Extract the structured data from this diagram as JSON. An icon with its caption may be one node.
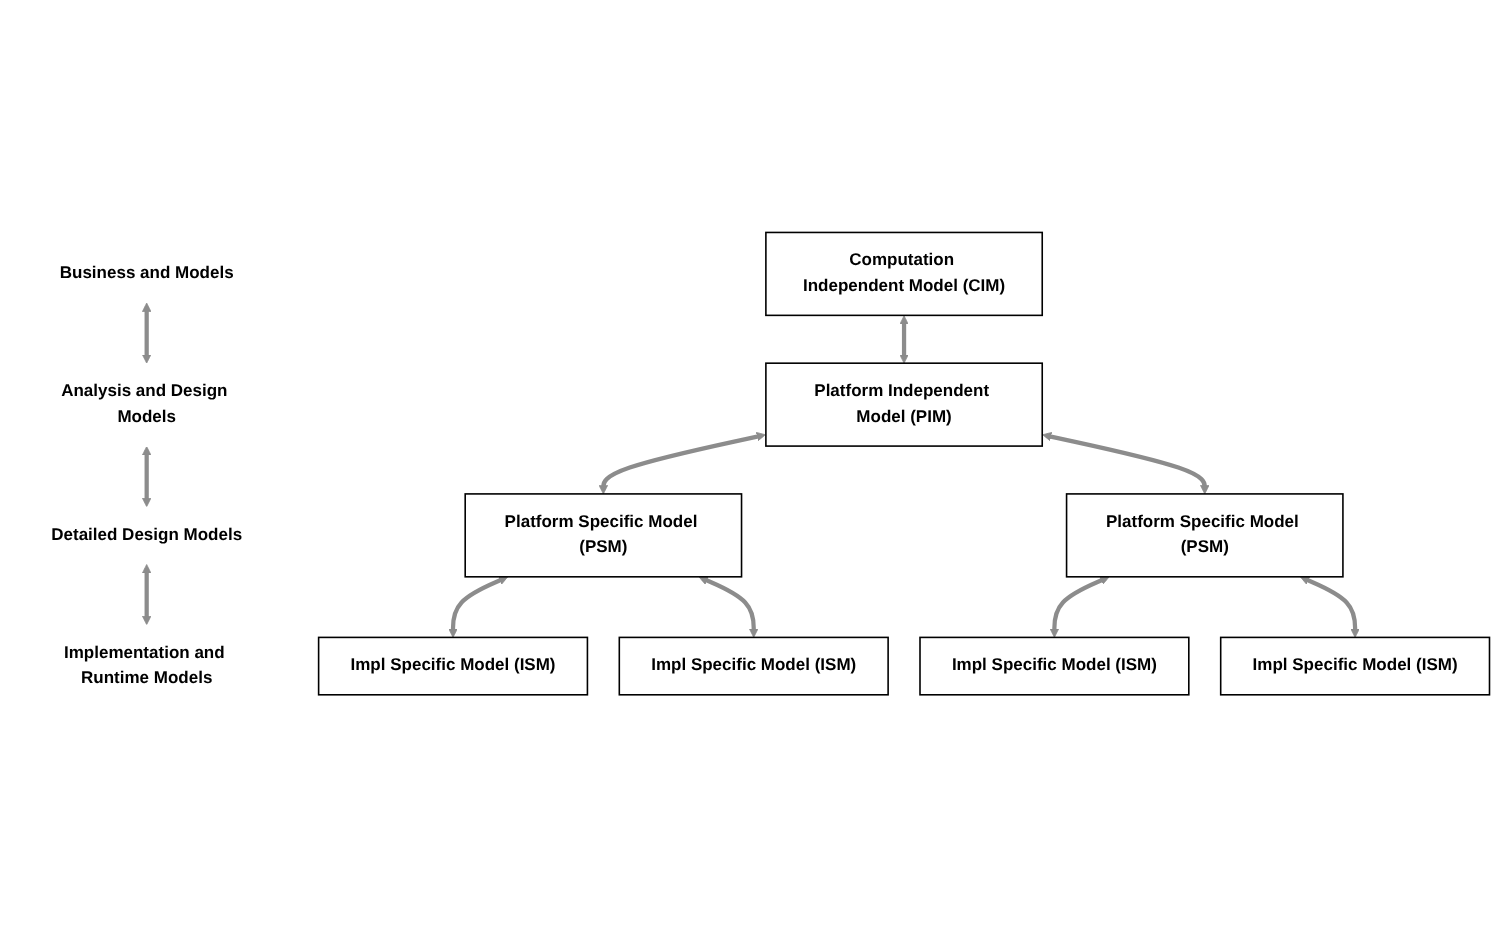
{
  "diagram": {
    "nodes": [
      {
        "text": [
          "Business and Models"
        ]
      },
      {
        "text": [
          "Analysis and Design Models"
        ]
      },
      {
        "text": [
          "Detailed Design Models"
        ]
      },
      {
        "text": [
          "Implementation and Runtime Models"
        ]
      },
      {
        "text": [
          "Computation Independent Model (CIM)"
        ]
      },
      {
        "text": [
          "Platform Independent Model (PIM)"
        ]
      },
      {
        "text": [
          "Platform Specific Model (PSM)"
        ]
      },
      {
        "text": [
          "Platform Specific Model (PSM)"
        ]
      },
      {
        "text": [
          "Impl Specific Model (ISM)"
        ]
      },
      {
        "text": [
          "Impl Specific Model (ISM)"
        ]
      },
      {
        "text": [
          "Impl Specific Model (ISM)"
        ]
      },
      {
        "text": [
          "Impl Specific Model (ISM)"
        ]
      }
    ],
    "edges": [
      {
        "from": 0,
        "to": 1,
        "arrow": "both"
      },
      {
        "from": 1,
        "to": 2,
        "arrow": "both"
      },
      {
        "from": 2,
        "to": 3,
        "arrow": "both"
      },
      {
        "from": 4,
        "to": 5,
        "arrow": "both"
      },
      {
        "from": 5,
        "to": 6,
        "arrow": "both"
      },
      {
        "from": 5,
        "to": 7,
        "arrow": "both"
      },
      {
        "from": 6,
        "to": 8,
        "arrow": "both"
      },
      {
        "from": 6,
        "to": 9,
        "arrow": "both"
      },
      {
        "from": 7,
        "to": 10,
        "arrow": "both"
      },
      {
        "from": 7,
        "to": 11,
        "arrow": "both"
      }
    ]
  }
}
